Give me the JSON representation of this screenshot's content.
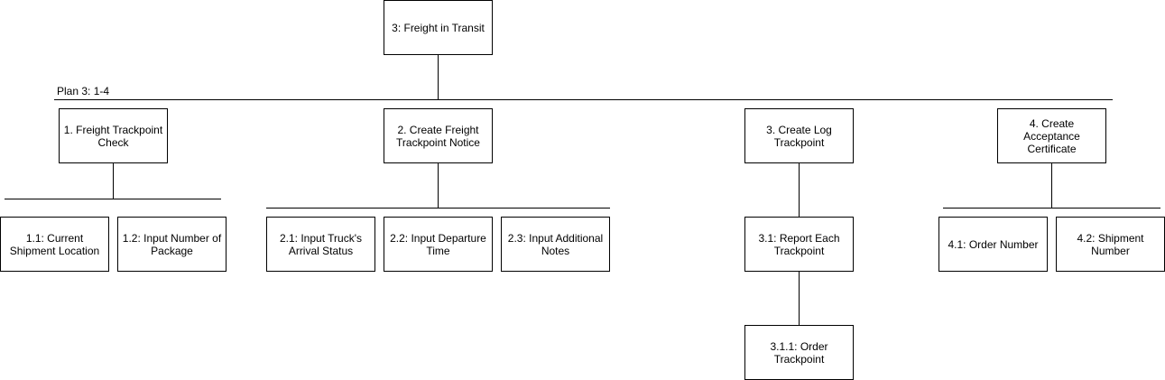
{
  "diagram": {
    "root": {
      "label": "3: Freight in Transit"
    },
    "plan_label": "Plan 3: 1-4",
    "tasks": [
      {
        "label": "1. Freight Trackpoint Check",
        "subtasks": [
          {
            "label": "1.1: Current Shipment Location"
          },
          {
            "label": "1.2: Input Number of Package"
          }
        ]
      },
      {
        "label": "2. Create Freight Trackpoint Notice",
        "subtasks": [
          {
            "label": "2.1: Input Truck's Arrival Status"
          },
          {
            "label": "2.2: Input Departure Time"
          },
          {
            "label": "2.3: Input Additional Notes"
          }
        ]
      },
      {
        "label": "3. Create Log Trackpoint",
        "subtasks": [
          {
            "label": "3.1: Report Each Trackpoint",
            "subtasks": [
              {
                "label": "3.1.1: Order Trackpoint"
              }
            ]
          }
        ]
      },
      {
        "label": "4. Create Acceptance Certificate",
        "subtasks": [
          {
            "label": "4.1: Order Number"
          },
          {
            "label": "4.2: Shipment Number"
          }
        ]
      }
    ],
    "colors": {
      "line": "#000000",
      "box_border": "#000000",
      "box_fill": "#ffffff",
      "text": "#000000"
    }
  }
}
